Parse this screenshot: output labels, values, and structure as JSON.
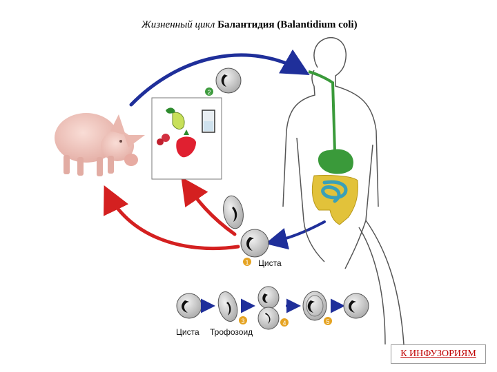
{
  "title": {
    "part1": "Жизненный цикл",
    "part2": "Балантидия (Balantidium coli)"
  },
  "stages": {
    "s1": "1",
    "s2": "2",
    "s3": "3",
    "s4": "4",
    "s5": "5"
  },
  "labels": {
    "cyst_main": "Циста",
    "cyst_bottom": "Циста",
    "trophozoite": "Трофозоид"
  },
  "nav": {
    "link_label": "К ИНФУЗОРИЯМ"
  },
  "colors": {
    "blue_arrow": "#1f2f9a",
    "red_arrow": "#d42020",
    "badge_green": "#3e9b3e",
    "badge_orange": "#e5a322",
    "stomach": "#3a9a3a",
    "colon": "#e2c23a",
    "small_intestine": "#3aa0b8",
    "pig": "#f2c8c0"
  }
}
